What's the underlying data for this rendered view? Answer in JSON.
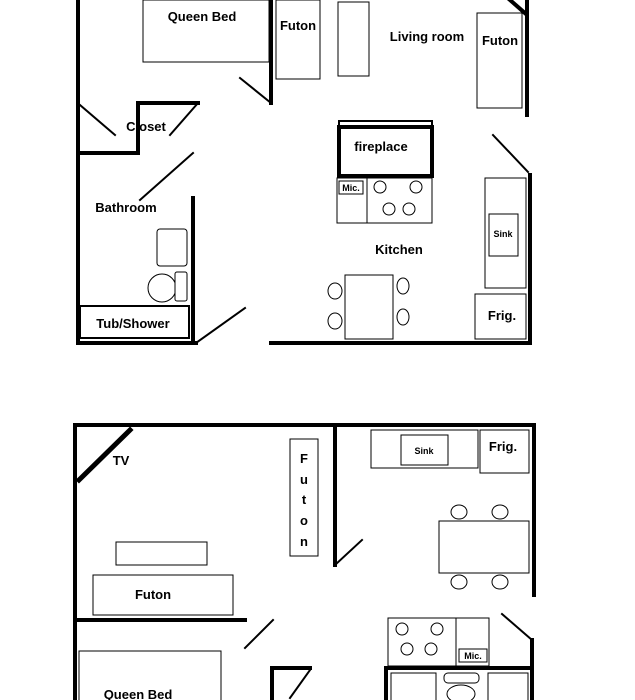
{
  "plan_top": {
    "queen_bed": "Queen Bed",
    "futon_left": "Futon",
    "living_room": "Living room",
    "futon_right": "Futon",
    "closet": "Closet",
    "fireplace": "fireplace",
    "microwave": "Mic.",
    "bathroom": "Bathroom",
    "sink": "Sink",
    "kitchen": "Kitchen",
    "tub_shower": "Tub/Shower",
    "fridge": "Frig."
  },
  "plan_bottom": {
    "tv": "TV",
    "futon_vertical": [
      "F",
      "u",
      "t",
      "o",
      "n"
    ],
    "sink": "Sink",
    "fridge": "Frig.",
    "futon": "Futon",
    "microwave": "Mic.",
    "queen_bed": "Queen Bed"
  }
}
